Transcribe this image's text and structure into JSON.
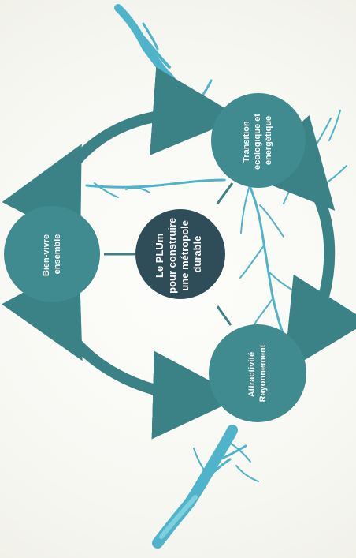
{
  "diagram": {
    "center": {
      "lines": [
        "Le PLUm",
        "pour construire",
        "une métropole",
        "durable"
      ]
    },
    "node_top": {
      "lines": [
        "Transition",
        "écologique et",
        "énergétique"
      ]
    },
    "node_left": {
      "lines": [
        "Bien-vivre",
        "ensemble"
      ]
    },
    "node_bottom": {
      "lines": [
        "Attractivité",
        "Rayonnement"
      ]
    }
  },
  "colors": {
    "center_fill": "#2f4d59",
    "node_fill": "#3f8b8f",
    "arrow": "#3a8286",
    "river": "#4fb4c9",
    "river_light": "#7fd0de"
  }
}
